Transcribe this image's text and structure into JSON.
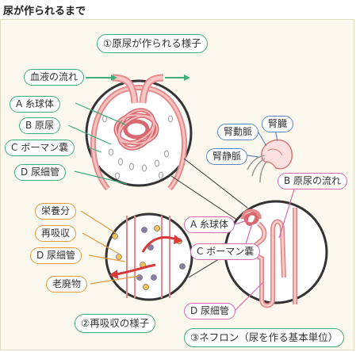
{
  "title": "尿が作られるまで",
  "sections": {
    "s1": "①原尿が作られる様子",
    "s2": "②再吸収の様子",
    "s3": "③ネフロン（尿を作る基本単位）"
  },
  "labels": {
    "blood_flow": "血液の流れ",
    "glomerulus_a": "A 糸球体",
    "urine_b": "B 原尿",
    "bowman_c": "C ボーマン嚢",
    "tubule_d": "D 尿細管",
    "renal_artery": "腎動脈",
    "kidney": "腎臓",
    "renal_vein": "腎静脈",
    "urine_flow_b": "B 原尿の流れ",
    "nephron_a": "A 糸球体",
    "nephron_c": "C ボーマン嚢",
    "nephron_d": "D 尿細管",
    "nutrients": "栄養分",
    "reabsorption": "再吸収",
    "reabs_tubule_d": "D 尿細管",
    "waste": "老廃物"
  },
  "colors": {
    "green": "#3fae7a",
    "blue": "#5b86c5",
    "orange": "#e59a3a",
    "pink": "#d66ab1",
    "vessel": "#f0a3a3",
    "panel": "#fdf8ee"
  }
}
